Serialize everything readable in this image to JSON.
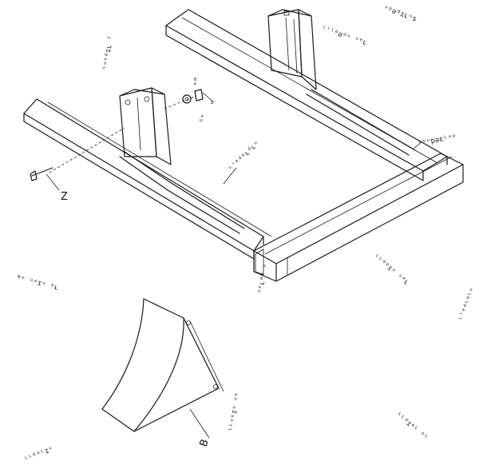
{
  "labels": {
    "top_right": "ᵘᵖəᵈɪʟᵘs",
    "upper_bracket": "ˡ'ˡᵈəᵈᵘ ᵘᵉʟ",
    "left_vertical": "ˢᵘᵉᵈɪʟ ᴵ",
    "bolt_a": "ᵉᴹ",
    "bolt_b": "ᴴ",
    "bolt_c": "ᴳᵉ",
    "center_rail": "ᴸ'ᵉᵈᵉʟᵈʟᵘ",
    "right_rail": "ᵘᵉᵘpəɛᴸᵘᵖ",
    "corner_post": "ᵘᵉʟᵈᵈ ᵘ",
    "mid_left": "ᴺᵉ ᵘᵉɪᵘ ᵉʟ",
    "mid_right": "ᴸᴸᵈᵉɪᵘ ᵘᵉʟ",
    "far_right": "ᴸ'ᵉᵈᴸᵉᴸᵘ",
    "wedge": "ᴸᴸᵘᵉɪᵘ ᵘᵉ",
    "bottom_left": "ᴸᴸᴼᵉᴸɪᵘ",
    "bottom_right": "ᴸᴸᵈɪᵉᴸ ᵉᴸ"
  },
  "callouts": {
    "z": "Z",
    "b": "B"
  }
}
